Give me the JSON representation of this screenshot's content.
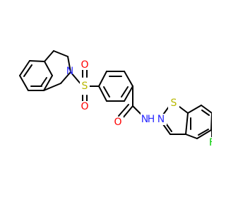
{
  "structure": {
    "atoms": {
      "n_isoquinoline": {
        "symbol": "N",
        "color": "#2b2bff"
      },
      "s_sulfonyl": {
        "symbol": "S",
        "color": "#b8b800"
      },
      "o_sulfonyl_top": {
        "symbol": "O",
        "color": "#ff0000"
      },
      "o_sulfonyl_bottom": {
        "symbol": "O",
        "color": "#ff0000"
      },
      "o_carbonyl": {
        "symbol": "O",
        "color": "#ff0000"
      },
      "n_amide": {
        "symbol": "N",
        "color": "#2b2bff"
      },
      "h_amide": {
        "symbol": "H",
        "color": "#2b2bff"
      },
      "s_thiazole": {
        "symbol": "S",
        "color": "#b8b800"
      },
      "n_thiazole": {
        "symbol": "N",
        "color": "#2b2bff"
      },
      "f_fluoro": {
        "symbol": "F",
        "color": "#00cc00"
      }
    },
    "bond_color": "#000000"
  }
}
